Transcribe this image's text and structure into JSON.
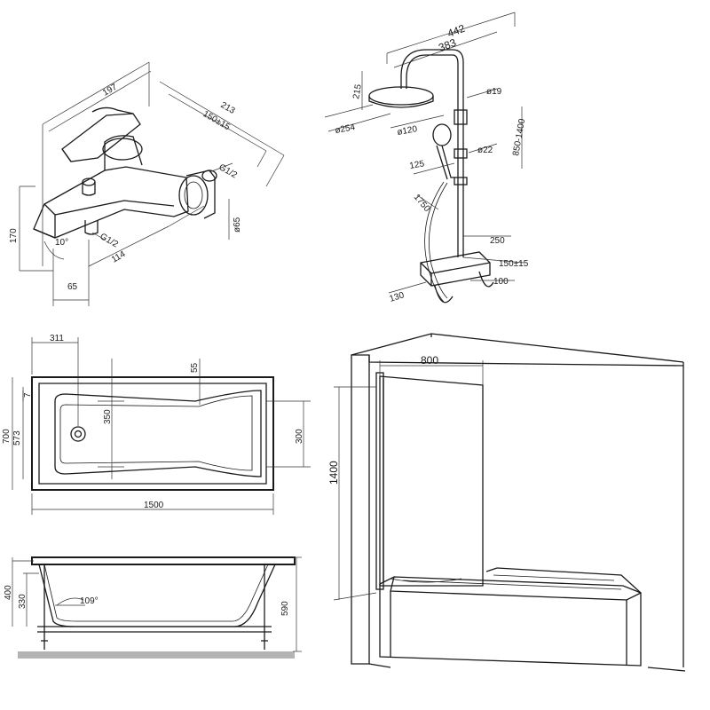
{
  "mixer": {
    "d197": "197",
    "d213": "213",
    "d150": "150±15",
    "g12": "G1/2",
    "d65": "ø65",
    "d170": "170",
    "a10": "10°",
    "g12b": "G1/2",
    "d114": "114",
    "d65b": "65"
  },
  "shower": {
    "d442": "442",
    "d383": "383",
    "d215": "215",
    "d19": "ø19",
    "d254": "ø254",
    "d120": "ø120",
    "d22": "ø22",
    "d125": "125",
    "d1750": "1750",
    "d850_1400": "850-1400",
    "d250": "250",
    "d150": "150±15",
    "d100": "100",
    "d130": "130"
  },
  "bath_top": {
    "d311": "311",
    "d55": "55",
    "d7": "7",
    "d700": "700",
    "d573": "573",
    "d350": "350",
    "d300": "300",
    "d1500": "1500"
  },
  "bath_side": {
    "d400": "400",
    "d330": "330",
    "a109": "109°",
    "d590": "590"
  },
  "screen": {
    "d800": "800",
    "d1400": "1400"
  }
}
